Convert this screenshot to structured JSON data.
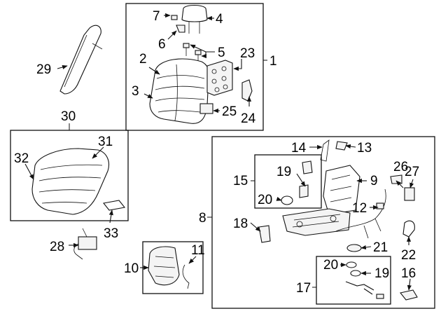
{
  "callouts": {
    "c1": "1",
    "c2": "2",
    "c3": "3",
    "c4": "4",
    "c5": "5",
    "c6": "6",
    "c7": "7",
    "c8": "8",
    "c9": "9",
    "c10": "10",
    "c11": "11",
    "c12": "12",
    "c13": "13",
    "c14": "14",
    "c15": "15",
    "c16": "16",
    "c17": "17",
    "c18": "18",
    "c19a": "19",
    "c19b": "19",
    "c20a": "20",
    "c20b": "20",
    "c21": "21",
    "c22": "22",
    "c23": "23",
    "c24": "24",
    "c25": "25",
    "c26": "26",
    "c27": "27",
    "c28": "28",
    "c29": "29",
    "c30": "30",
    "c31": "31",
    "c32": "32",
    "c33": "33"
  }
}
